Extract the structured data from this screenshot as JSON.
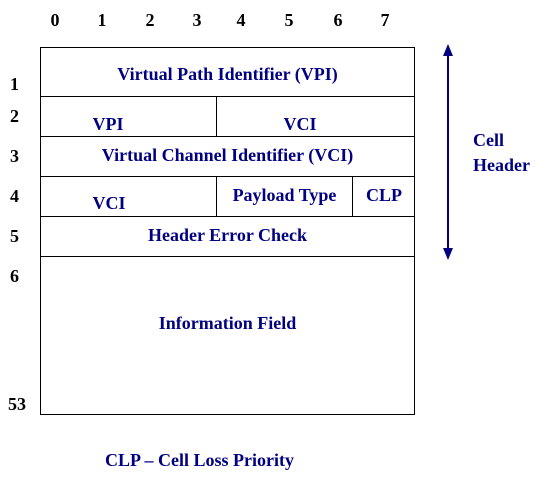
{
  "bit_positions": [
    "0",
    "1",
    "2",
    "3",
    "4",
    "5",
    "6",
    "7"
  ],
  "row_numbers": [
    "1",
    "2",
    "3",
    "4",
    "5",
    "6",
    "53"
  ],
  "fields": {
    "vpi_full": "Virtual Path Identifier (VPI)",
    "vpi_part": "VPI",
    "vci_part_a": "VCI",
    "vci_full": "Virtual Channel Identifier (VCI)",
    "vci_part_b": "VCI",
    "payload_type": "Payload Type",
    "clp": "CLP",
    "hec": "Header Error Check",
    "info": "Information Field"
  },
  "cell_header_label": [
    "Cell",
    "Header"
  ],
  "footnote": "CLP – Cell Loss Priority",
  "colors": {
    "text": "#000080",
    "lines": "#000000",
    "arrow": "#000080"
  }
}
